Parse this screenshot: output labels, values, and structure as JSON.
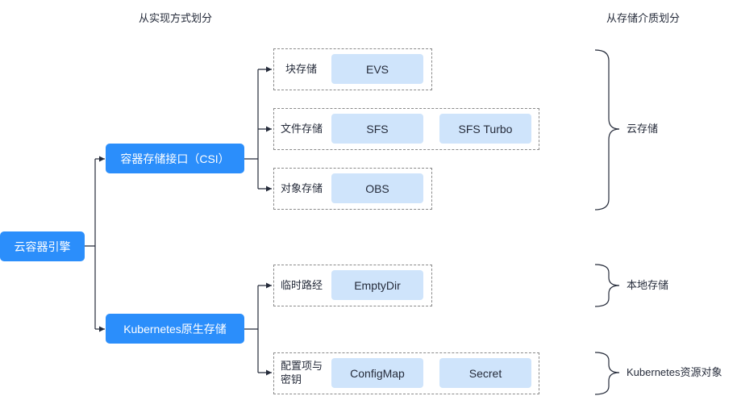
{
  "headers": {
    "implementation": "从实现方式划分",
    "storage_medium": "从存储介质划分"
  },
  "root": "云容器引擎",
  "branches": {
    "csi": "容器存储接口（CSI）",
    "native": "Kubernetes原生存储"
  },
  "groups": {
    "block": {
      "label": "块存储",
      "items": [
        "EVS"
      ]
    },
    "file": {
      "label": "文件存储",
      "items": [
        "SFS",
        "SFS Turbo"
      ]
    },
    "object": {
      "label": "对象存储",
      "items": [
        "OBS"
      ]
    },
    "temp": {
      "label": "临时路经",
      "items": [
        "EmptyDir"
      ]
    },
    "config": {
      "label_line1": "配置项与",
      "label_line2": "密钥",
      "items": [
        "ConfigMap",
        "Secret"
      ]
    }
  },
  "categories": {
    "cloud": "云存储",
    "local": "本地存储",
    "k8s": "Kubernetes资源对象"
  },
  "colors": {
    "node_blue": "#2b8efb",
    "pill_blue": "#cfe4fb",
    "line": "#252b3a",
    "dash_border": "#8a8a8a"
  }
}
